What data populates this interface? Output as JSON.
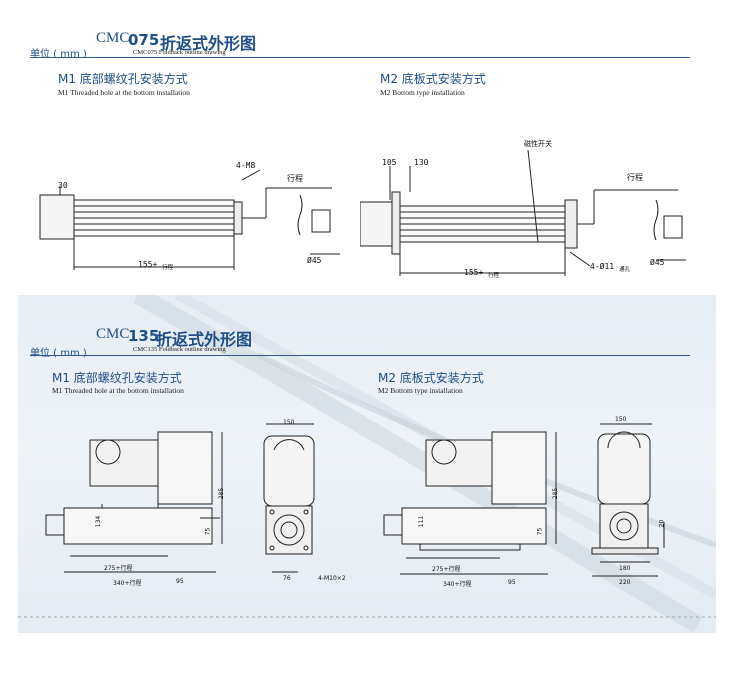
{
  "sec1": {
    "model_latin": "CMC",
    "model_num": "075",
    "title_cn": "折返式外形图",
    "unit_label": "单位 ( mm )",
    "subtitle": "CMC075 Foldback outline drawing",
    "m1": {
      "title": "M1 底部螺纹孔安装方式",
      "sub": "M1 Threaded hole at the bottom installation"
    },
    "m2": {
      "title": "M2 底板式安装方式",
      "sub": "M2 Bottom type installation"
    },
    "dims": {
      "d30": "30",
      "d4m8": "4-M8",
      "stroke": "行程",
      "len": "155+",
      "len_small": "行程",
      "d45": "Ø45",
      "d105": "105",
      "d130": "130",
      "magnet": "磁性开关",
      "d4011": "4-Ø11",
      "d4011_small": "通孔",
      "len2": "155+",
      "len2_small": "行程",
      "d45b": "Ø45"
    }
  },
  "sec2": {
    "model_latin": "CMC",
    "model_num": "135",
    "title_cn": "折返式外形图",
    "unit_label": "单位 ( mm )",
    "subtitle": "CMC135 Foldback outline drawing",
    "m1": {
      "title": "M1 底部螺纹孔安装方式",
      "sub": "M1 Threaded hole at the bottom installation"
    },
    "m2": {
      "title": "M2 底板式安装方式",
      "sub": "M2 Bottom type installation"
    },
    "dims": {
      "a150": "150",
      "a285": "285",
      "a134": "134",
      "a75": "75",
      "a275": "275+行程",
      "a340": "340+行程",
      "a95": "95",
      "a76": "76",
      "a4m10": "4-M10×2",
      "b150": "150",
      "b285": "285",
      "b111": "111",
      "b75": "75",
      "b275": "275+行程",
      "b340": "340+行程",
      "b95": "95",
      "b20": "20",
      "b180": "180",
      "b220": "220"
    }
  }
}
